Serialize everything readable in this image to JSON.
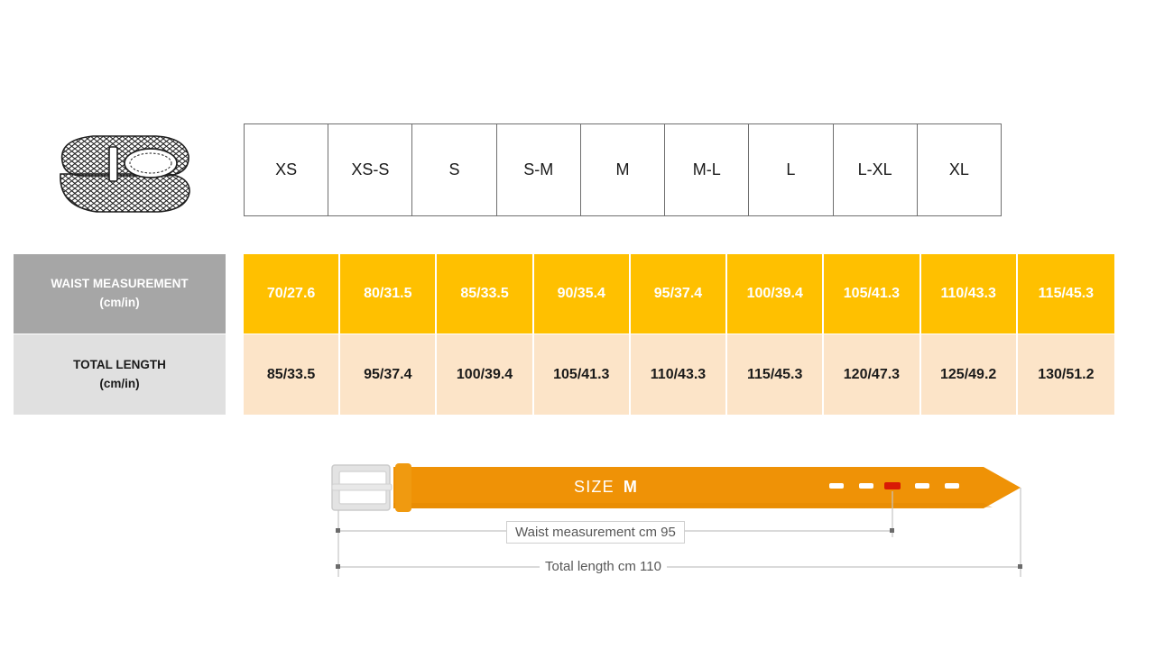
{
  "product": {
    "icon_name": "woven-belt-illustration"
  },
  "size_table": {
    "sizes": [
      "XS",
      "XS-S",
      "S",
      "S-M",
      "M",
      "M-L",
      "L",
      "L-XL",
      "XL"
    ],
    "rows": [
      {
        "label_line1": "WAIST MEASUREMENT",
        "label_line2": "(cm/in)",
        "values": [
          "70/27.6",
          "80/31.5",
          "85/33.5",
          "90/35.4",
          "95/37.4",
          "100/39.4",
          "105/41.3",
          "110/43.3",
          "115/45.3"
        ]
      },
      {
        "label_line1": "TOTAL LENGTH",
        "label_line2": "(cm/in)",
        "values": [
          "85/33.5",
          "95/37.4",
          "100/39.4",
          "105/41.3",
          "110/43.3",
          "115/45.3",
          "120/47.3",
          "125/49.2",
          "130/51.2"
        ]
      }
    ]
  },
  "diagram": {
    "size_caption": "SIZE",
    "size_value": "M",
    "waist_dimension": "Waist measurement cm 95",
    "total_dimension": "Total length cm 110",
    "holes_total": 5,
    "active_hole_index": 3
  },
  "colors": {
    "amber": "#FFC000",
    "peach": "#FCE4C8",
    "label_gray": "#A6A6A6",
    "label_light_gray": "#E0E0E0",
    "belt_orange": "#EF9206",
    "active_hole_red": "#D91A05",
    "buckle_gray": "#E3E3E3",
    "dimension_line": "#BFBFBF"
  }
}
